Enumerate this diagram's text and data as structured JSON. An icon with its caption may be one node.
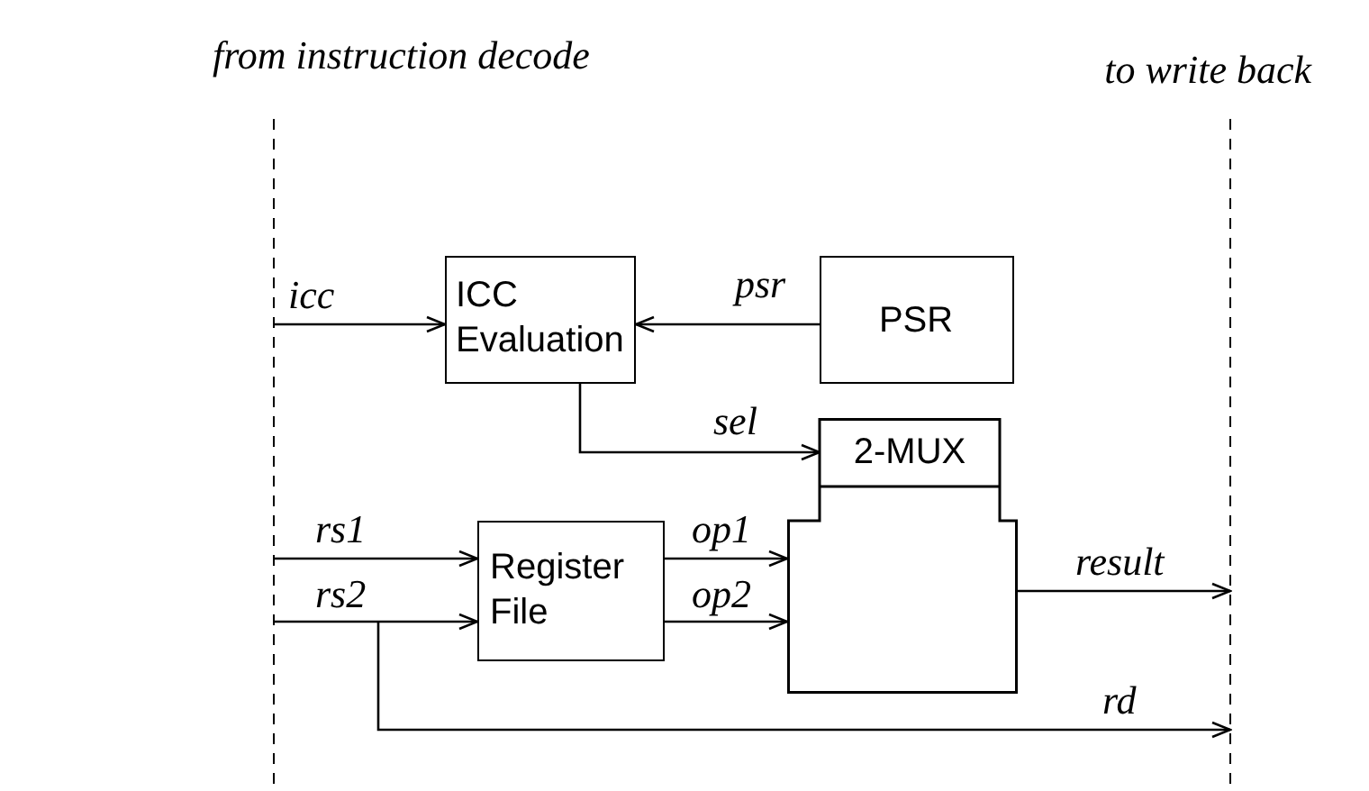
{
  "diagram": {
    "nodes": [
      {
        "text": [
          "ICC Evaluation"
        ]
      },
      {
        "text": [
          "PSR"
        ]
      },
      {
        "text": [
          "2-MUX"
        ]
      },
      {
        "text": [
          "Register File"
        ]
      }
    ],
    "edges": [
      {
        "from": null,
        "to": 0,
        "arrow": "to",
        "label": "icc"
      },
      {
        "from": 1,
        "to": 0,
        "arrow": "to",
        "label": "psr"
      },
      {
        "from": 0,
        "to": 2,
        "arrow": "to",
        "label": "sel"
      },
      {
        "from": null,
        "to": 3,
        "arrow": "to",
        "label": "rs1"
      },
      {
        "from": null,
        "to": 3,
        "arrow": "to",
        "label": "rs2"
      },
      {
        "from": 3,
        "to": 2,
        "arrow": "to",
        "label": "op1"
      },
      {
        "from": 3,
        "to": 2,
        "arrow": "to",
        "label": "op2"
      },
      {
        "from": 2,
        "to": null,
        "arrow": "to",
        "label": "result"
      }
    ],
    "labels": [
      "from instruction decode",
      "to write back",
      "rd"
    ]
  }
}
